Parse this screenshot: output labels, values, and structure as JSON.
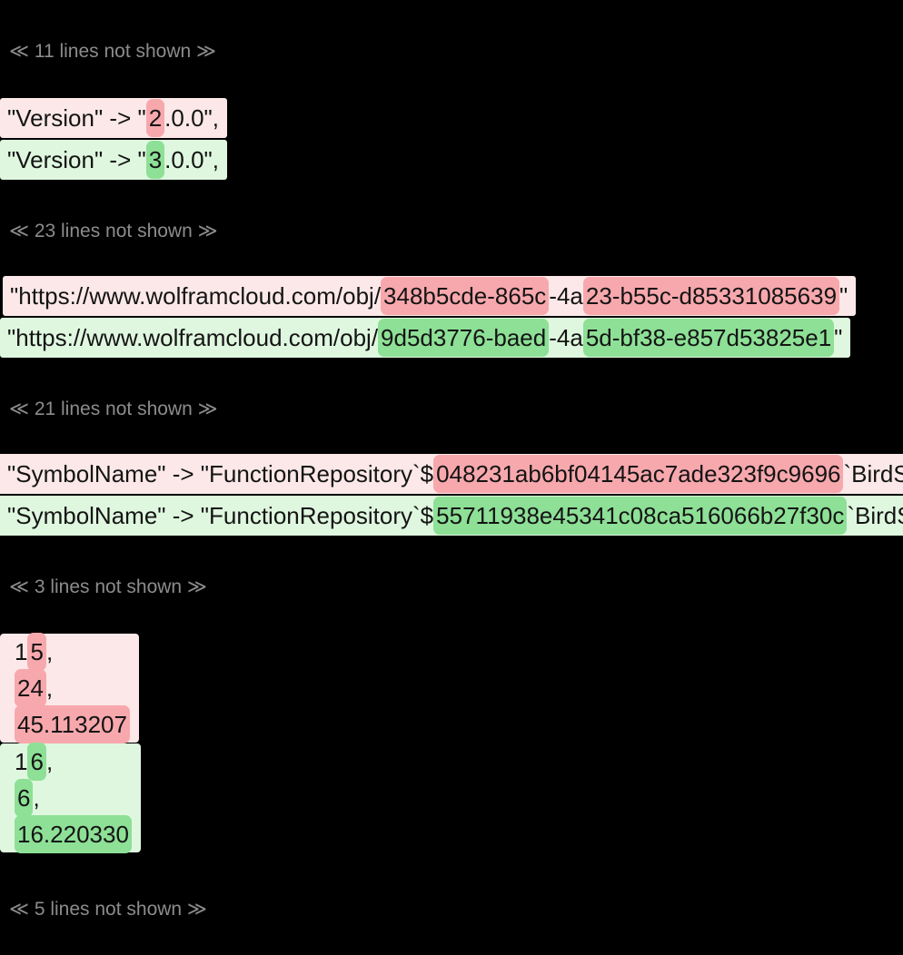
{
  "page": {
    "background": "#000000"
  },
  "colors": {
    "old_row_bg": "#FCE8E8",
    "old_highlight": "#F7A8AD",
    "new_row_bg": "#DFF7DF",
    "new_highlight": "#8DE096",
    "gap_label": "#8C8C8C",
    "text": "#141414"
  },
  "gap_labels": {
    "gap1": "≪ 11 lines not shown ≫",
    "gap2": "≪ 23 lines not shown ≫",
    "gap3": "≪ 21 lines not shown ≫",
    "gap4": "≪ 3 lines not shown ≫",
    "gap5": "≪ 5 lines not shown ≫"
  },
  "hunks": [
    {
      "id": "version",
      "old": [
        [
          {
            "t": "\"Version\" -> \"",
            "h": false
          },
          {
            "t": "2",
            "h": true
          },
          {
            "t": ".0.0\",",
            "h": false
          }
        ]
      ],
      "new": [
        [
          {
            "t": "\"Version\" -> \"",
            "h": false
          },
          {
            "t": "3",
            "h": true
          },
          {
            "t": ".0.0\",",
            "h": false
          }
        ]
      ]
    },
    {
      "id": "cloud-url",
      "old": [
        [
          {
            "t": "\"https://www.wolframcloud.com/obj/",
            "h": false
          },
          {
            "t": "348b5cde-865c",
            "h": true
          },
          {
            "t": "-4a",
            "h": false
          },
          {
            "t": "23-b55c-d85331085639",
            "h": true
          },
          {
            "t": "\"",
            "h": false
          }
        ]
      ],
      "new": [
        [
          {
            "t": "\"https://www.wolframcloud.com/obj/",
            "h": false
          },
          {
            "t": "9d5d3776-baed",
            "h": true
          },
          {
            "t": "-4a",
            "h": false
          },
          {
            "t": "5d-bf38-e857d53825e1",
            "h": true
          },
          {
            "t": "\"",
            "h": false
          }
        ]
      ]
    },
    {
      "id": "symbol-name",
      "old": [
        [
          {
            "t": "\"SymbolName\" -> \"FunctionRepository`$",
            "h": false
          },
          {
            "t": "048231ab6bf04145ac7ade323f9c9696",
            "h": true
          },
          {
            "t": "`BirdSay\",",
            "h": false
          }
        ]
      ],
      "new": [
        [
          {
            "t": "\"SymbolName\" -> \"FunctionRepository`$",
            "h": false
          },
          {
            "t": "55711938e45341c08ca516066b27f30c",
            "h": true
          },
          {
            "t": "`BirdSay\",",
            "h": false
          }
        ]
      ]
    },
    {
      "id": "values",
      "old": [
        [
          {
            "t": "1",
            "h": false
          },
          {
            "t": "5",
            "h": true
          },
          {
            "t": ",",
            "h": false
          }
        ],
        [
          {
            "t": "24",
            "h": true
          },
          {
            "t": ",",
            "h": false
          }
        ],
        [
          {
            "t": "45.113207",
            "h": true
          }
        ]
      ],
      "new": [
        [
          {
            "t": "1",
            "h": false
          },
          {
            "t": "6",
            "h": true
          },
          {
            "t": ",",
            "h": false
          }
        ],
        [
          {
            "t": "6",
            "h": true
          },
          {
            "t": ",",
            "h": false
          }
        ],
        [
          {
            "t": "16.220330",
            "h": true
          }
        ]
      ]
    }
  ]
}
